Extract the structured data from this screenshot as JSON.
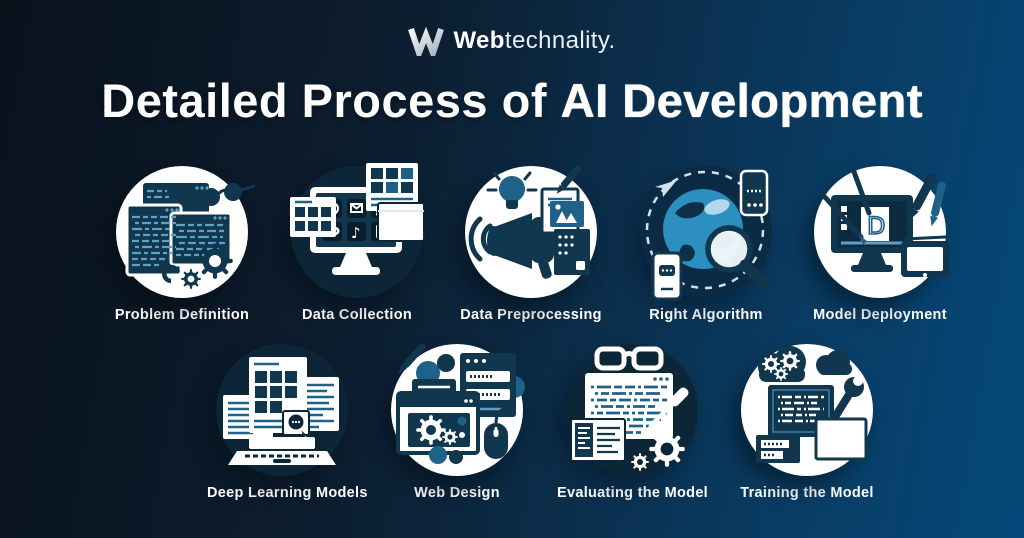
{
  "brand": {
    "mark_letter": "W",
    "name_bold": "Web",
    "name_light": "technality."
  },
  "title": {
    "regular": "Detailed Process of ",
    "emphasis": "AI Development"
  },
  "steps": [
    {
      "label": "Problem Definition",
      "icon": "code-windows-gears-glasses-icon",
      "circle": "white"
    },
    {
      "label": "Data Collection",
      "icon": "monitor-app-tiles-windows-icon",
      "circle": "dark"
    },
    {
      "label": "Data Preprocessing",
      "icon": "megaphone-bulb-documents-icon",
      "circle": "white"
    },
    {
      "label": "Right Algorithm",
      "icon": "globe-magnifier-phones-icon",
      "circle": "dark-soft"
    },
    {
      "label": "Model Deployment",
      "icon": "monitor-design-tools-icon",
      "circle": "white"
    },
    {
      "label": "Deep Learning Models",
      "icon": "laptop-grid-windows-icon",
      "circle": "dark"
    },
    {
      "label": "Web Design",
      "icon": "browser-gears-mouse-icon",
      "circle": "white"
    },
    {
      "label": "Evaluating the Model",
      "icon": "code-glasses-screwdriver-icon",
      "circle": "dark"
    },
    {
      "label": "Training the Model",
      "icon": "gear-cloud-wrench-code-icon",
      "circle": "white"
    }
  ],
  "colors": {
    "background_left": "#0a121c",
    "background_right": "#05497a",
    "circle_white": "#ffffff",
    "circle_dark": "#0d2637",
    "art_ink": "#11374e",
    "art_accent": "#1e628a",
    "art_light_blue": "#5fa0c6",
    "globe_water": "#2d8ec0",
    "text": "#ffffff"
  }
}
